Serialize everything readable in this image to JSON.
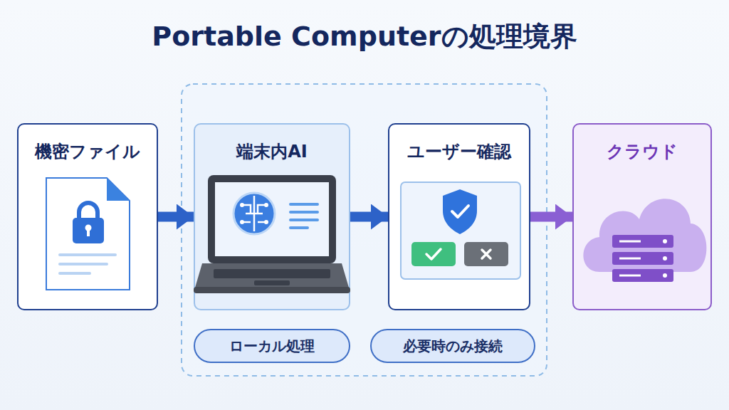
{
  "diagram": {
    "title": "Portable Computerの処理境界",
    "nodes": [
      {
        "text": [
          "機密ファイル"
        ]
      },
      {
        "text": [
          "端末内AI"
        ]
      },
      {
        "text": [
          "ユーザー確認"
        ]
      },
      {
        "text": [
          "クラウド"
        ]
      },
      {
        "text": [
          "ローカル処理"
        ]
      },
      {
        "text": [
          "必要時のみ接続"
        ]
      }
    ],
    "edges": [
      {
        "from": 0,
        "to": 1,
        "arrow": "to"
      },
      {
        "from": 1,
        "to": 2,
        "arrow": "to"
      },
      {
        "from": 2,
        "to": 3,
        "arrow": "to"
      }
    ]
  }
}
